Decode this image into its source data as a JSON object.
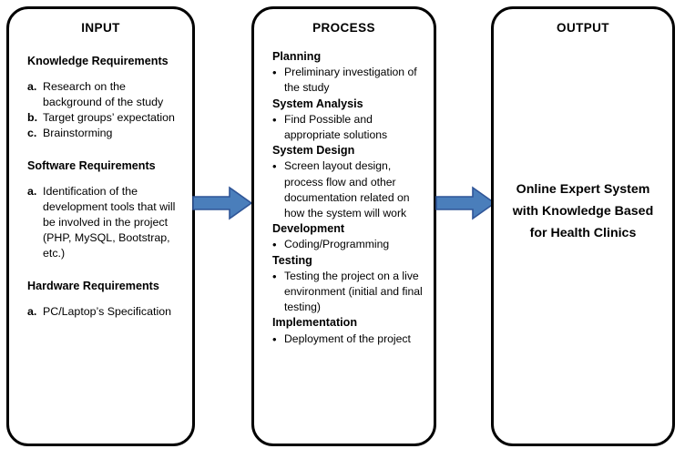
{
  "diagram": {
    "title": "Input-Process-Output diagram",
    "accent_color": "#4A7EBB",
    "accent_outline_color": "#2F5597",
    "border_color": "#000000",
    "background_color": "#FFFFFF"
  },
  "input": {
    "title": "INPUT",
    "groups": [
      {
        "heading": "Knowledge Requirements",
        "items": [
          {
            "marker": "a.",
            "text": "Research on the background of the study"
          },
          {
            "marker": "b.",
            "text": "Target groups’ expectation"
          },
          {
            "marker": "c.",
            "text": "Brainstorming"
          }
        ]
      },
      {
        "heading": "Software Requirements",
        "items": [
          {
            "marker": "a.",
            "text": "Identification of the development tools that will be involved in the project (PHP, MySQL, Bootstrap, etc.)"
          }
        ]
      },
      {
        "heading": "Hardware Requirements",
        "items": [
          {
            "marker": "a.",
            "text": "PC/Laptop’s Specification"
          }
        ]
      }
    ]
  },
  "process": {
    "title": "PROCESS",
    "phases": [
      {
        "name": "Planning",
        "bullets": [
          "Preliminary investigation of the study"
        ]
      },
      {
        "name": "System Analysis",
        "bullets": [
          "Find Possible and appropriate solutions"
        ]
      },
      {
        "name": "System Design",
        "bullets": [
          "Screen layout design, process flow and other documentation related on how the system will work"
        ]
      },
      {
        "name": "Development",
        "bullets": [
          "Coding/Programming"
        ]
      },
      {
        "name": "Testing",
        "bullets": [
          "Testing the project on a live environment (initial and final testing)"
        ]
      },
      {
        "name": "Implementation",
        "bullets": [
          "Deployment of the project"
        ]
      }
    ]
  },
  "output": {
    "title": "OUTPUT",
    "lines": [
      "Online Expert System",
      "with Knowledge Based",
      "for Health Clinics"
    ]
  },
  "arrows": [
    {
      "name": "input-to-process",
      "direction": "right"
    },
    {
      "name": "process-to-output",
      "direction": "right"
    }
  ]
}
